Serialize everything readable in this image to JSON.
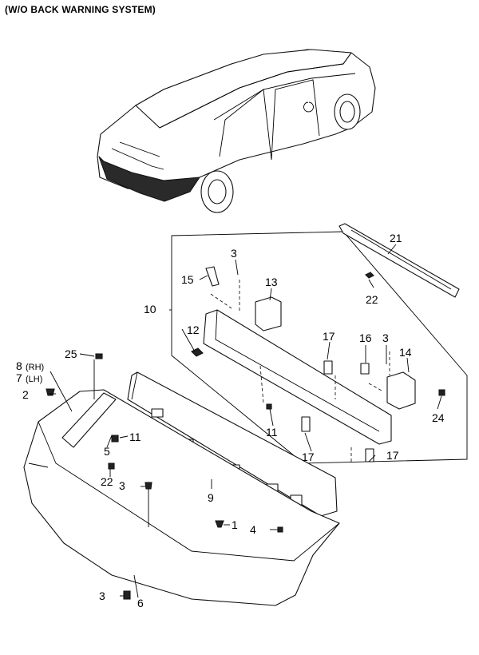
{
  "title": "(W/O BACK WARNING SYSTEM)",
  "callouts": {
    "c1": "1",
    "c2": "2",
    "c3a": "3",
    "c3b": "3",
    "c3c": "3",
    "c3d": "3",
    "c4": "4",
    "c5": "5",
    "c6": "6",
    "c7": "7",
    "c7s": "(LH)",
    "c8": "8",
    "c8s": "(RH)",
    "c9": "9",
    "c10": "10",
    "c11a": "11",
    "c11b": "11",
    "c12": "12",
    "c13": "13",
    "c14": "14",
    "c15": "15",
    "c16": "16",
    "c17a": "17",
    "c17b": "17",
    "c17c": "17",
    "c21": "21",
    "c22a": "22",
    "c22b": "22",
    "c24": "24",
    "c25": "25"
  }
}
